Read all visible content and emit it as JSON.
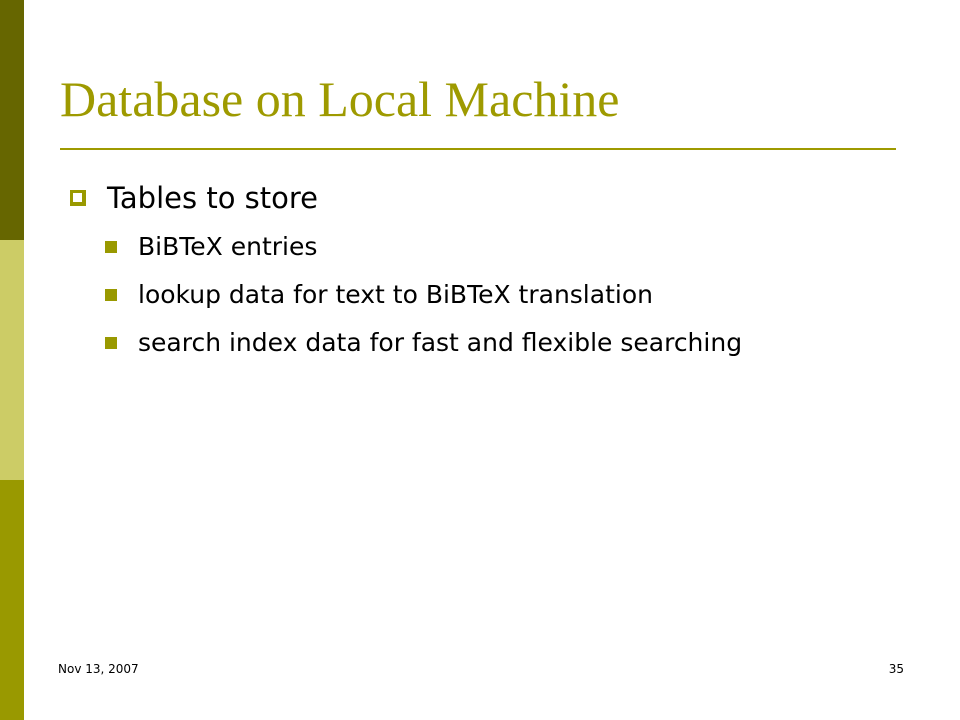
{
  "theme": {
    "accent": "#9e9a00",
    "title_color": "#9e9a00",
    "rule_color": "#9e9a00",
    "sidebar_top": "#666600",
    "sidebar_mid": "#cccc66",
    "sidebar_bottom": "#999900",
    "bullet_color": "#999900"
  },
  "slide": {
    "title": "Database on Local Machine",
    "bullet": {
      "text": "Tables to store",
      "icon": "hollow-square-bullet-icon",
      "subitems": [
        {
          "text": "BiBTeX entries",
          "icon": "square-bullet-icon"
        },
        {
          "text": "lookup data for text to BiBTeX translation",
          "icon": "square-bullet-icon"
        },
        {
          "text": "search index data for fast and flexible searching",
          "icon": "square-bullet-icon"
        }
      ]
    }
  },
  "footer": {
    "date": "Nov 13, 2007",
    "page_number": "35"
  }
}
